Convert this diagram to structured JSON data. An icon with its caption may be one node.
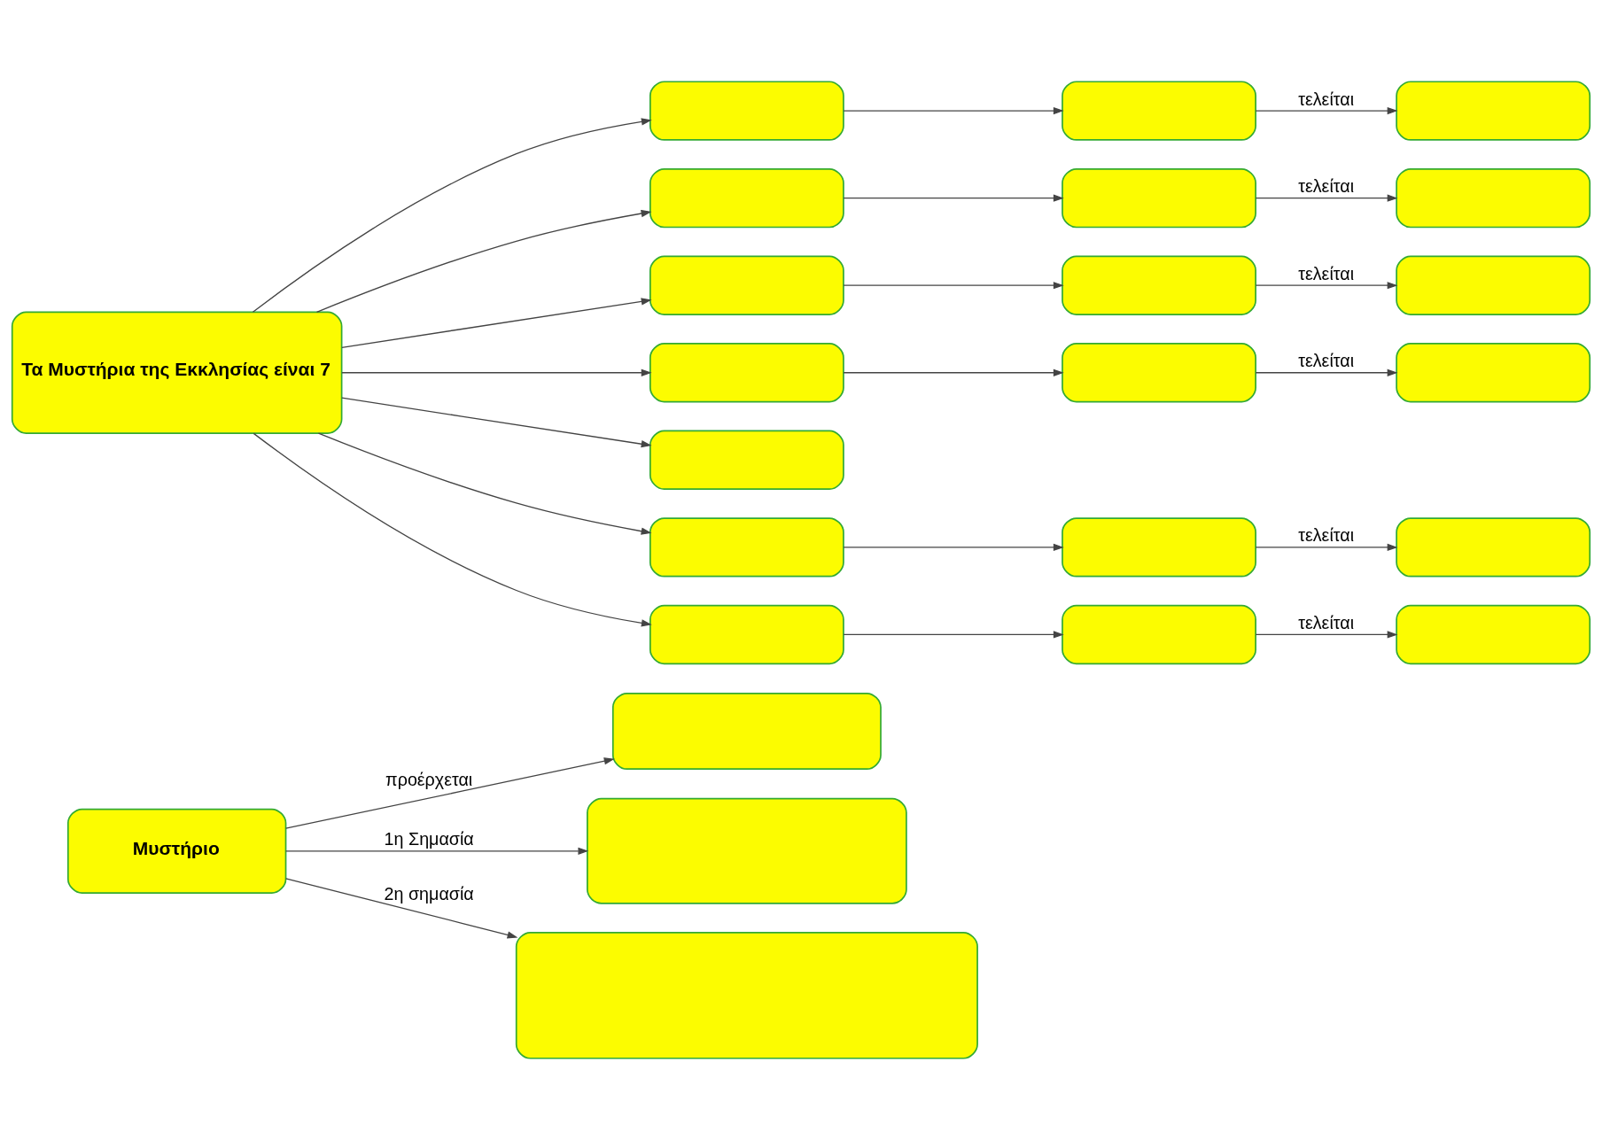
{
  "diagram": {
    "nodes": [
      {
        "text": [
          "Μυστήριο"
        ]
      },
      {
        "text": [],
        "shape": "box"
      },
      {
        "text": [],
        "shape": "box"
      },
      {
        "text": [],
        "shape": "box"
      },
      {
        "text": [
          "Τα Μυστήρια της Εκκλησίας είναι 7"
        ]
      },
      {
        "text": [],
        "shape": "box"
      },
      {
        "text": [],
        "shape": "box"
      },
      {
        "text": [],
        "shape": "box"
      },
      {
        "text": [],
        "shape": "box"
      },
      {
        "text": [],
        "shape": "box"
      },
      {
        "text": [],
        "shape": "box"
      },
      {
        "text": [],
        "shape": "box"
      },
      {
        "text": [],
        "shape": "box"
      },
      {
        "text": [],
        "shape": "box"
      },
      {
        "text": [],
        "shape": "box"
      },
      {
        "text": [],
        "shape": "box"
      },
      {
        "text": [],
        "shape": "box"
      },
      {
        "text": [],
        "shape": "box"
      },
      {
        "text": [],
        "shape": "box"
      },
      {
        "text": [],
        "shape": "box"
      },
      {
        "text": [],
        "shape": "box"
      },
      {
        "text": [],
        "shape": "box"
      },
      {
        "text": [],
        "shape": "box"
      },
      {
        "text": [],
        "shape": "box"
      }
    ],
    "edges": [
      {
        "from": 0,
        "to": 1,
        "arrow": "to",
        "label": "προέρχεται"
      },
      {
        "from": 0,
        "to": 2,
        "arrow": "to",
        "label": "1η Σημασία"
      },
      {
        "from": 0,
        "to": 3,
        "arrow": "to",
        "label": "2η σημασία"
      },
      {
        "from": 4,
        "to": 5,
        "arrow": "to"
      },
      {
        "from": 4,
        "to": 8,
        "arrow": "to"
      },
      {
        "from": 4,
        "to": 11,
        "arrow": "to"
      },
      {
        "from": 4,
        "to": 14,
        "arrow": "to"
      },
      {
        "from": 4,
        "to": 17,
        "arrow": "to"
      },
      {
        "from": 4,
        "to": 18,
        "arrow": "to"
      },
      {
        "from": 4,
        "to": 21,
        "arrow": "to"
      },
      {
        "from": 5,
        "to": 6,
        "arrow": "to"
      },
      {
        "from": 6,
        "to": 7,
        "arrow": "to",
        "label": "τελείται"
      },
      {
        "from": 8,
        "to": 9,
        "arrow": "to"
      },
      {
        "from": 9,
        "to": 10,
        "arrow": "to",
        "label": "τελείται"
      },
      {
        "from": 11,
        "to": 12,
        "arrow": "to"
      },
      {
        "from": 12,
        "to": 13,
        "arrow": "to",
        "label": "τελείται"
      },
      {
        "from": 14,
        "to": 15,
        "arrow": "to"
      },
      {
        "from": 15,
        "to": 16,
        "arrow": "to",
        "label": "τελείται"
      },
      {
        "from": 18,
        "to": 19,
        "arrow": "to"
      },
      {
        "from": 19,
        "to": 20,
        "arrow": "to",
        "label": "τελείται"
      },
      {
        "from": 21,
        "to": 22,
        "arrow": "to"
      },
      {
        "from": 22,
        "to": 23,
        "arrow": "to",
        "label": "τελείται"
      }
    ]
  }
}
